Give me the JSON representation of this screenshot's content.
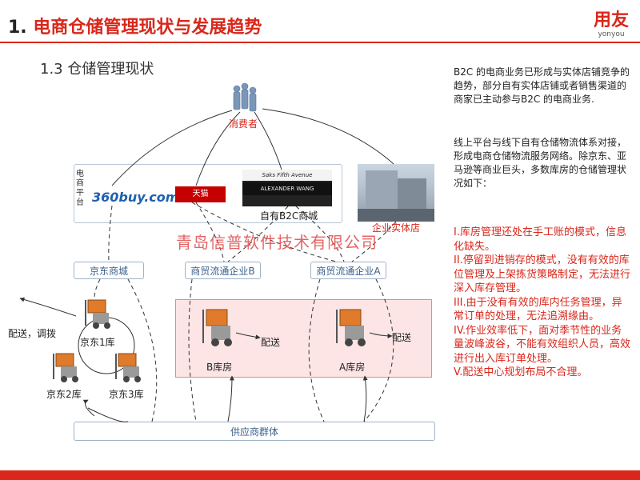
{
  "header": {
    "number": "1.",
    "title": "电商仓储管理现状与发展趋势",
    "logo_cn": "用友",
    "logo_en": "yonyou"
  },
  "subtitle": "1.3 仓储管理现状",
  "right_panel": {
    "para1": "B2C 的电商业务已形成与实体店铺竞争的趋势，部分自有实体店铺或者销售渠道的商家已主动参与B2C 的电商业务.",
    "para2": "线上平台与线下自有仓储物流体系对接，形成电商仓储物流服务网络。除京东、亚马逊等商业巨头，多数库房的仓储管理状况如下：",
    "issues": [
      "I.库房管理还处在手工账的模式，信息化缺失。",
      "II.停留到进销存的模式，没有有效的库位管理及上架拣货策略制定，无法进行深入库存管理。",
      "III.由于没有有效的库内任务管理，异常订单的处理，无法追溯缘由。",
      "IV.作业效率低下，面对季节性的业务量波峰波谷，不能有效组织人员，高效进行出入库订单处理。",
      "V.配送中心规划布局不合理。"
    ]
  },
  "diagram": {
    "consumer": "消费者",
    "platform_vertical": "电商平台",
    "logo_360": "360buy.com",
    "logo_tmall": "天猫 TMALL.COM",
    "store_header": "Saks Fifth Avenue",
    "store_banner": "ALEXANDER WANG",
    "own_b2c": "自有B2C商城",
    "physical_store": "企业实体店",
    "jd_mall": "京东商城",
    "company_b": "商贸流通企业B",
    "company_a": "商贸流通企业A",
    "jd_wh1": "京东1库",
    "jd_wh2": "京东2库",
    "jd_wh3": "京东3库",
    "deliver_transfer": "配送，调拨",
    "deliver_b": "配送",
    "deliver_a": "配送",
    "wh_b": "B库房",
    "wh_a": "A库房",
    "suppliers": "供应商群体"
  },
  "watermark": "青岛信普软件技术有限公司",
  "colors": {
    "brand_red": "#d9271b",
    "box_border": "#9fb3c8",
    "pink_fill": "#fde5e5"
  }
}
